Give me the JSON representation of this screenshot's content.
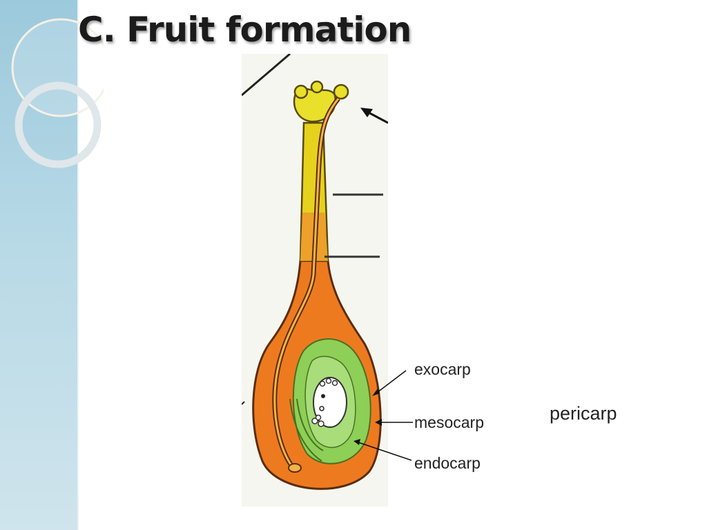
{
  "slide": {
    "title": "C. Fruit formation"
  },
  "labels": {
    "exocarp": "exocarp",
    "mesocarp": "mesocarp",
    "endocarp": "endocarp",
    "pericarp": "pericarp"
  },
  "colors": {
    "side_panel": "#b7d9e6",
    "stigma_yellow": "#e8e02a",
    "ovary_orange": "#ee7a1f",
    "ovule_green": "#8dcf57",
    "outline": "#4a2a10"
  }
}
